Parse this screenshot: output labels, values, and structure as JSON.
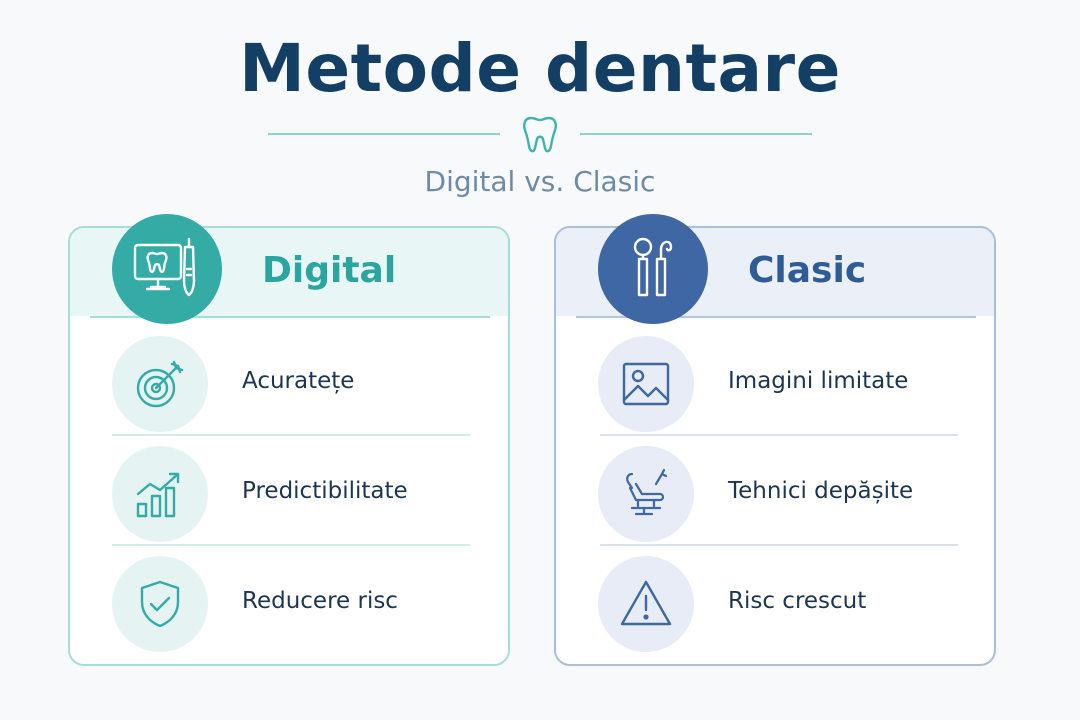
{
  "title": "Metode dentare",
  "subtitle": "Digital vs. Clasic",
  "colors": {
    "navy": "#123f63",
    "teal": "#35aba6",
    "blue": "#3e67a3",
    "subtitle": "#6f8aa6"
  },
  "digital": {
    "title": "Digital",
    "badge_icon": "monitor-tooth-scanner-icon",
    "items": [
      {
        "label": "Acuratețe",
        "icon": "target-arrow-icon"
      },
      {
        "label": "Predictibilitate",
        "icon": "growth-chart-icon"
      },
      {
        "label": "Reducere risc",
        "icon": "shield-check-icon"
      }
    ]
  },
  "clasic": {
    "title": "Clasic",
    "badge_icon": "dental-tools-icon",
    "items": [
      {
        "label": "Imagini limitate",
        "icon": "image-icon"
      },
      {
        "label": "Tehnici depășite",
        "icon": "dental-chair-icon"
      },
      {
        "label": "Risc crescut",
        "icon": "warning-icon"
      }
    ]
  }
}
